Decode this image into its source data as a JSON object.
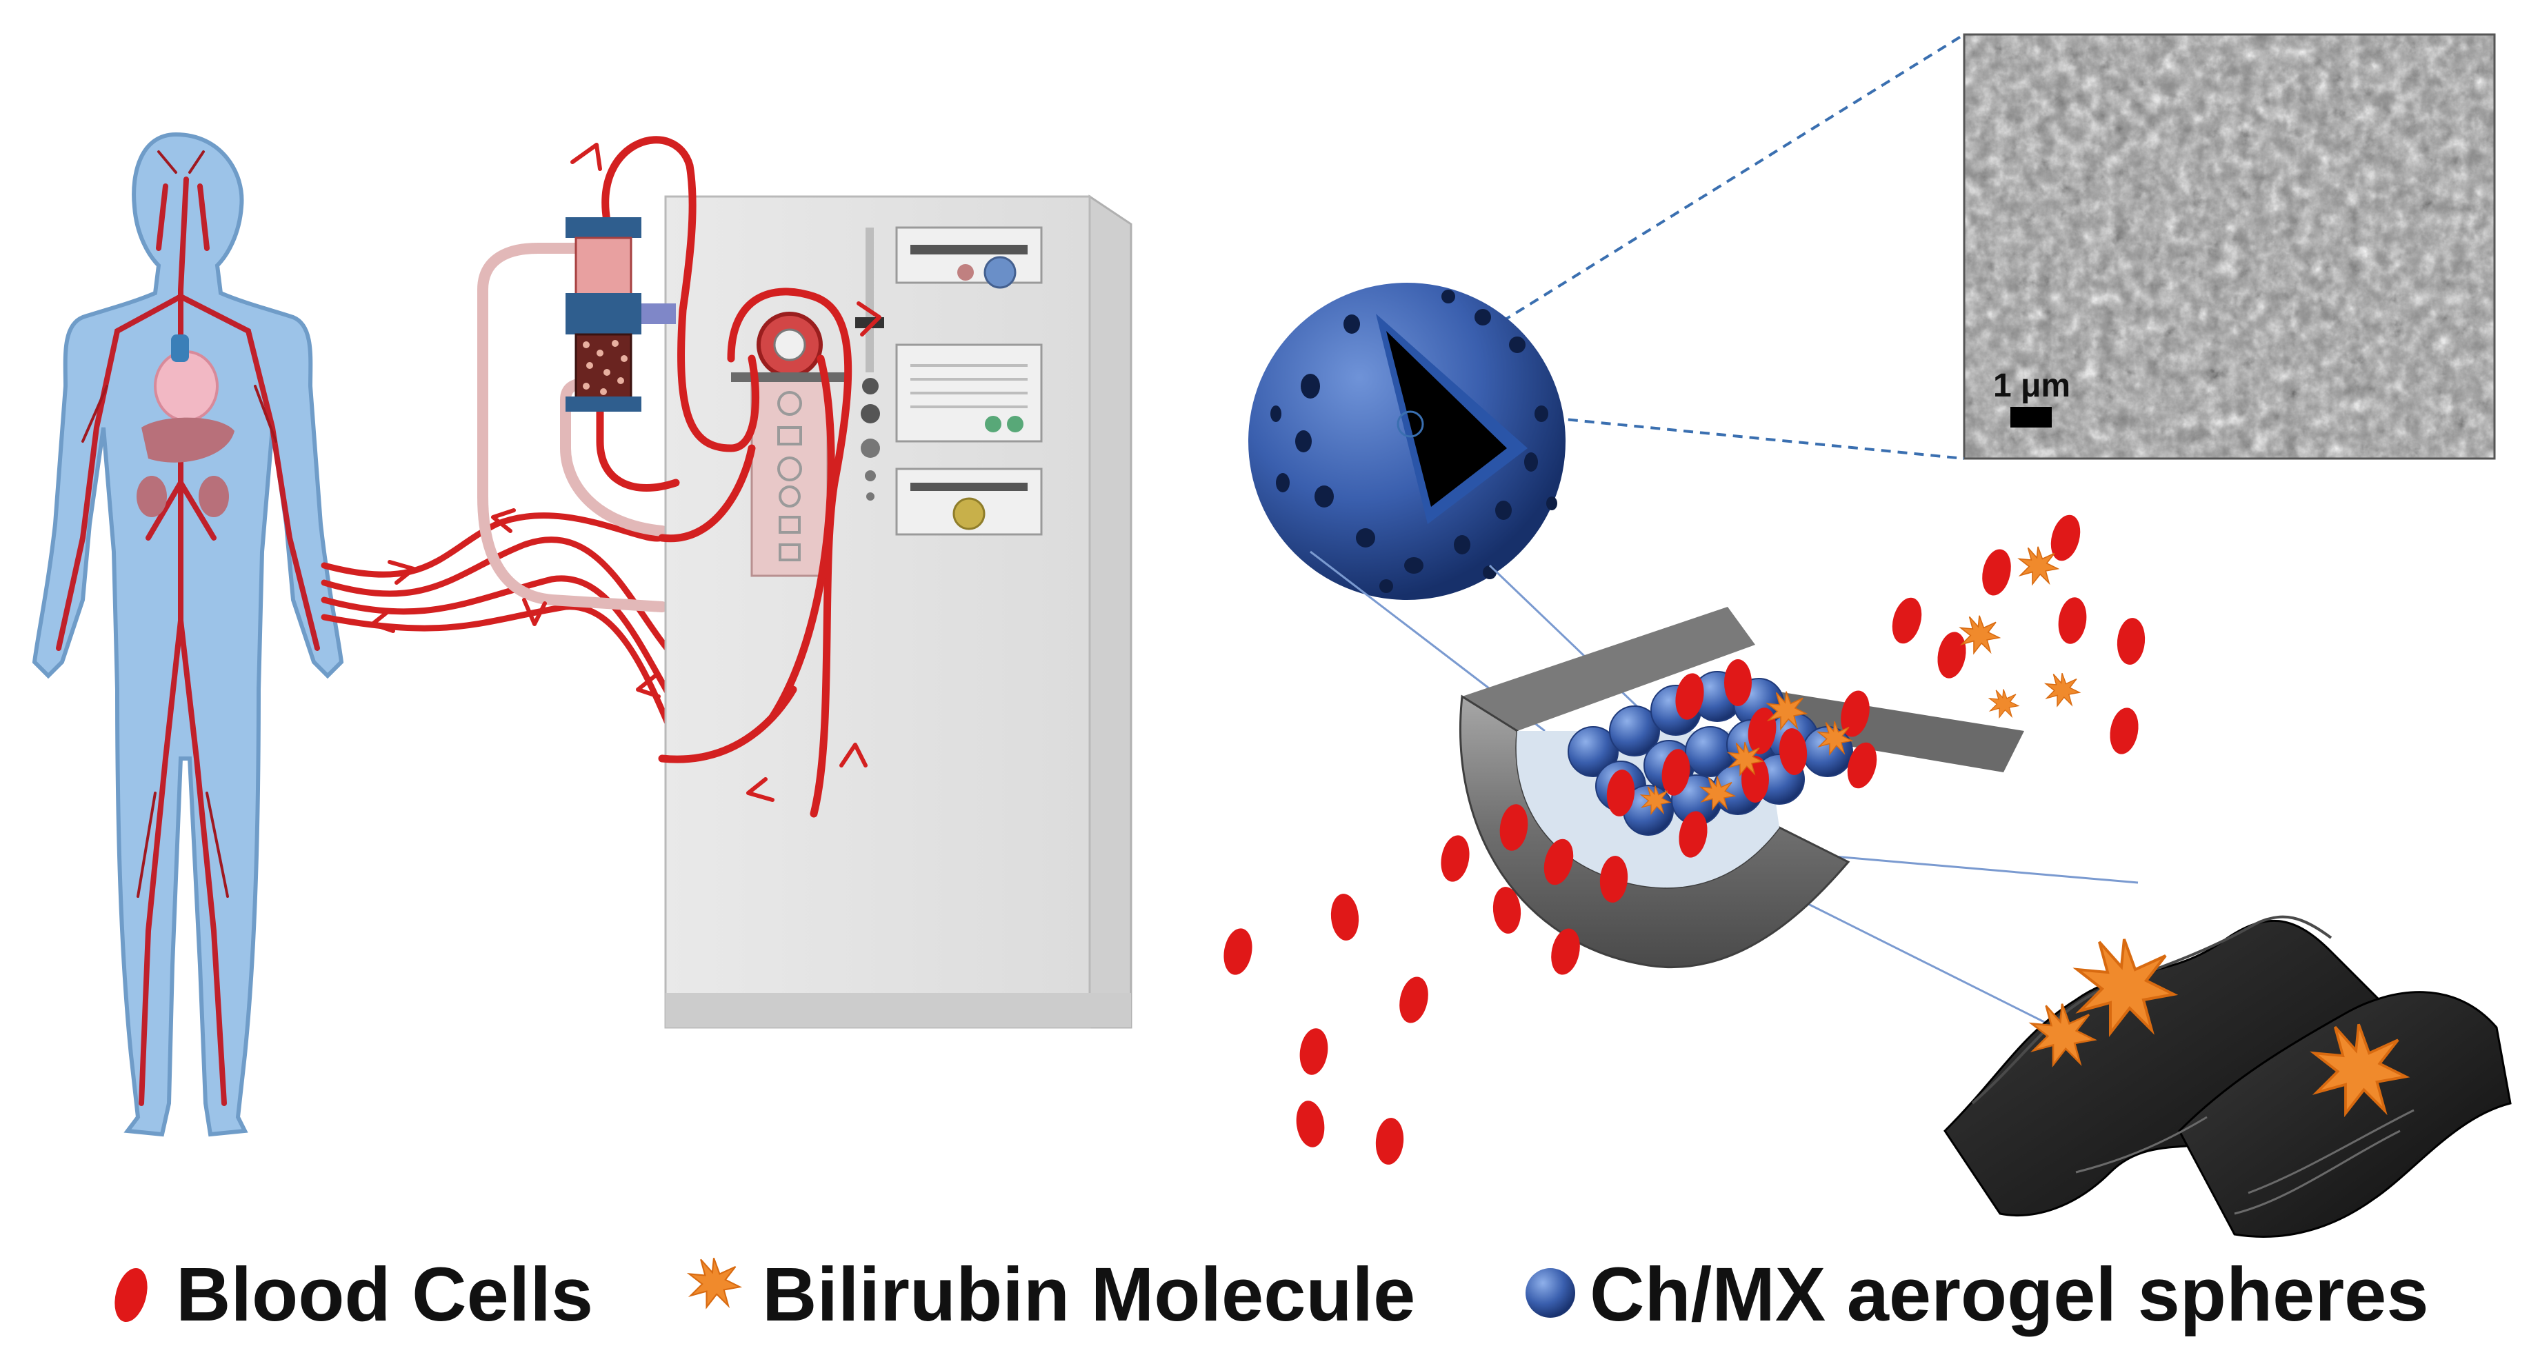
{
  "colors": {
    "blood": "#e01818",
    "bilirubin": "#f08a2c",
    "sphere": "#3a5fae",
    "sphere_dark": "#1f3a7a",
    "body": "#9cc3e8",
    "machine": "#e3e3e3",
    "sheet": "#1c1c1c"
  },
  "icons": {
    "body": "human-body-icon",
    "machine": "dialysis-machine-icon",
    "sphere": "aerogel-sphere-icon",
    "column": "adsorption-column-icon",
    "sheet": "mxene-sheet-icon",
    "sem": "sem-micrograph-image"
  },
  "sem": {
    "scale_label": "1 μm"
  },
  "legend": {
    "blood_cells": "Blood Cells",
    "bilirubin": "Bilirubin Molecule",
    "spheres": "Ch/MX aerogel spheres"
  }
}
